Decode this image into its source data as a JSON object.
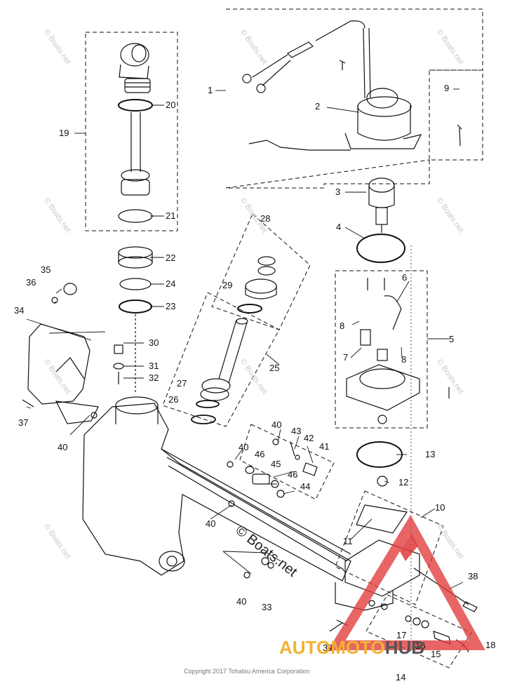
{
  "callouts": {
    "c1": "1",
    "c2": "2",
    "c3": "3",
    "c4": "4",
    "c5": "5",
    "c6": "6",
    "c7": "7",
    "c8a": "8",
    "c8b": "8",
    "c9": "9",
    "c10": "10",
    "c11": "11",
    "c12": "12",
    "c13": "13",
    "c14": "14",
    "c15": "15",
    "c16": "16",
    "c17": "17",
    "c18": "18",
    "c19": "19",
    "c20": "20",
    "c21": "21",
    "c22": "22",
    "c23": "23",
    "c24": "24",
    "c25": "25",
    "c26": "26",
    "c27": "27",
    "c28": "28",
    "c29": "29",
    "c30": "30",
    "c31": "31",
    "c32": "32",
    "c33": "33",
    "c34": "34",
    "c35": "35",
    "c36": "36",
    "c37": "37",
    "c38": "38",
    "c39": "39",
    "c40a": "40",
    "c40b": "40",
    "c40c": "40",
    "c40d": "40",
    "c40e": "40",
    "c41": "41",
    "c42": "42",
    "c43": "43",
    "c44": "44",
    "c45": "45",
    "c46a": "46",
    "c46b": "46"
  },
  "watermark": "© Boats.net",
  "center_watermark": "© Boats.net",
  "copyright": "Copyright 2017 Tohatsu America Corporation",
  "logo": {
    "part1": "AUTOMOTO",
    "part2": "HUB",
    "accent": "#f2b233",
    "triangle": "#e03a3a"
  }
}
